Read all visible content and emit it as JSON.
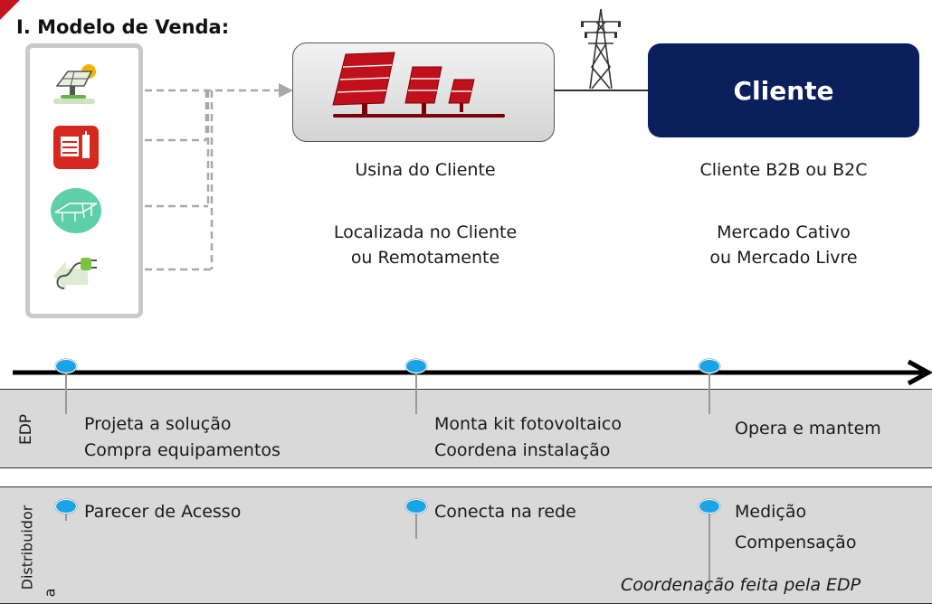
{
  "title": "I. Modelo de Venda:",
  "plant": {
    "caption": "Usina do Cliente",
    "location_line1": "Localizada no Cliente",
    "location_line2": "ou Remotamente"
  },
  "client": {
    "box_label": "Cliente",
    "caption": "Cliente B2B ou B2C",
    "market_line1": "Mercado Cativo",
    "market_line2": "ou Mercado Livre"
  },
  "side_icons": [
    "solar-panel-icon",
    "inverter-icon",
    "mounting-structure-icon",
    "power-plug-icon"
  ],
  "edp_band": {
    "label": "EDP",
    "step1_line1": "Projeta a solução",
    "step1_line2": "Compra equipamentos",
    "step2_line1": "Monta kit fotovoltaico",
    "step2_line2": "Coordena instalação",
    "step3": "Opera e mantem"
  },
  "dist_band": {
    "label_line1": "Distribuidor",
    "label_line2": "a",
    "step1": "Parecer de Acesso",
    "step2": "Conecta na rede",
    "step3_line1": "Medição",
    "step3_line2": "Compensação",
    "note": "Coordenação feita pela EDP"
  },
  "colors": {
    "accent_red": "#c8141e",
    "client_navy": "#0b1f5c",
    "dot_blue": "#1aa4e8",
    "band_gray": "#d9d9d9"
  }
}
